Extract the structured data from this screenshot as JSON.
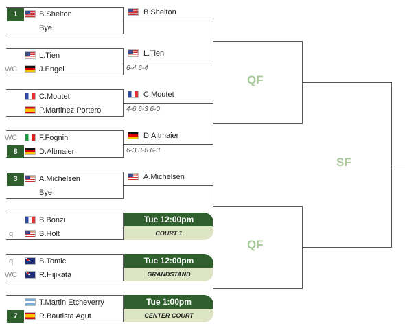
{
  "round_labels": {
    "qf_top": "QF",
    "qf_bottom": "QF",
    "sf": "SF"
  },
  "matches": [
    {
      "players": [
        {
          "seed": "1",
          "tag": "",
          "flag": "usa",
          "name": "B.Shelton"
        },
        {
          "seed": "",
          "tag": "",
          "flag": "",
          "name": "Bye"
        }
      ],
      "winner": {
        "flag": "usa",
        "name": "B.Shelton"
      },
      "score": ""
    },
    {
      "players": [
        {
          "seed": "",
          "tag": "",
          "flag": "usa",
          "name": "L.Tien"
        },
        {
          "seed": "",
          "tag": "WC",
          "flag": "ger",
          "name": "J.Engel"
        }
      ],
      "winner": {
        "flag": "usa",
        "name": "L.Tien"
      },
      "score": "6-4 6-4"
    },
    {
      "players": [
        {
          "seed": "",
          "tag": "",
          "flag": "fra",
          "name": "C.Moutet"
        },
        {
          "seed": "",
          "tag": "",
          "flag": "esp",
          "name": "P.Martinez Portero"
        }
      ],
      "winner": {
        "flag": "fra",
        "name": "C.Moutet"
      },
      "score": "4-6 6-3 6-0"
    },
    {
      "players": [
        {
          "seed": "",
          "tag": "WC",
          "flag": "ita",
          "name": "F.Fognini"
        },
        {
          "seed": "8",
          "tag": "",
          "flag": "ger",
          "name": "D.Altmaier"
        }
      ],
      "winner": {
        "flag": "ger",
        "name": "D.Altmaier"
      },
      "score": "6-3 3-6 6-3"
    },
    {
      "players": [
        {
          "seed": "3",
          "tag": "",
          "flag": "usa",
          "name": "A.Michelsen"
        },
        {
          "seed": "",
          "tag": "",
          "flag": "",
          "name": "Bye"
        }
      ],
      "winner": {
        "flag": "usa",
        "name": "A.Michelsen"
      },
      "score": ""
    },
    {
      "players": [
        {
          "seed": "",
          "tag": "",
          "flag": "fra",
          "name": "B.Bonzi"
        },
        {
          "seed": "",
          "tag": "q",
          "flag": "usa",
          "name": "B.Holt"
        }
      ],
      "schedule": {
        "time": "Tue 12:00pm",
        "court": "COURT 1"
      }
    },
    {
      "players": [
        {
          "seed": "",
          "tag": "q",
          "flag": "aus",
          "name": "B.Tomic"
        },
        {
          "seed": "",
          "tag": "WC",
          "flag": "aus",
          "name": "R.Hijikata"
        }
      ],
      "schedule": {
        "time": "Tue 12:00pm",
        "court": "GRANDSTAND"
      }
    },
    {
      "players": [
        {
          "seed": "",
          "tag": "",
          "flag": "arg",
          "name": "T.Martin Etcheverry"
        },
        {
          "seed": "7",
          "tag": "",
          "flag": "esp",
          "name": "R.Bautista Agut"
        }
      ],
      "schedule": {
        "time": "Tue 1:00pm",
        "court": "CENTER COURT"
      }
    }
  ]
}
